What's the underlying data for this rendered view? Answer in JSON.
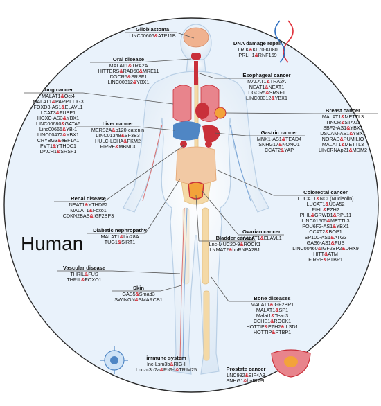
{
  "main_label": "Human",
  "colors": {
    "circle_fill": "#e9f2fb",
    "circle_stroke": "#2a2a2a",
    "body_fill": "#ffffff",
    "body_stroke": "#b9cfe5",
    "skeleton": "#f4d9a6",
    "organ_red": "#c9303a",
    "organ_blue": "#4f86c4",
    "amp_red": "#d0202a",
    "vessel_red": "#d97070",
    "vessel_blue": "#7aa6d8",
    "dna_red": "#e0303a",
    "dna_blue": "#2f6fc0"
  },
  "boxes": {
    "glioblastoma": {
      "title": "Glioblastoma",
      "lines": [
        "LINC00606&ATP11B"
      ]
    },
    "dna_damage": {
      "title": "DNA damage repair",
      "lines": [
        "LRIK&Ku70-Ku80",
        "PRLH1&RNF169"
      ]
    },
    "oral": {
      "title": "Oral disease",
      "lines": [
        "MALAT1&TRA2A",
        "HITTERS&RAD50&MRE11",
        "DGCR5&SRSF1",
        "LINC00312&YBX1"
      ]
    },
    "esophageal": {
      "title": "Esophageal cancer",
      "lines": [
        "MALAT1&TRA2A",
        "NEAT1&NEAT1",
        "DGCR5&SRSF1",
        "LINC00312&YBX1"
      ]
    },
    "lung": {
      "title": "lung cancer",
      "lines": [
        "MALAT1&Oct4",
        "MALAT1&PARP1 LIG3",
        "FOXD3-AS1&ELAVL1",
        "LCAT3&FUBP1",
        "HOXC-AS3&YBX1",
        "LINC00680&GATA6",
        "Linc00665&YB-1",
        "LINC00472&YBX1",
        "CRYBG3&eEF1A1",
        "PVT1&YTHDC1",
        "DACH1&SRSF1"
      ]
    },
    "breast": {
      "title": "Breast cancer",
      "lines": [
        "MALAT1&METTL3",
        "TINCR&STAU1",
        "SBF2-AS1&YBX1",
        "DSCAM-AS1&YBX1",
        "NORAD&PUMILIO",
        "MALAT1&METTL3",
        "LINCRNAp21&MDM2"
      ]
    },
    "liver": {
      "title": "Liver cancer",
      "lines": [
        "MERS2A&p120-catenin",
        "LINC01348&SF3B3",
        "HULC-LDHA&PKM2",
        "FIRRE&MBNL3"
      ]
    },
    "gastric": {
      "title": "Gastric cancer",
      "lines": [
        "MNX1-AS1&TEAD4",
        "SNHG17&NONO1",
        "CCAT2&YAP"
      ]
    },
    "renal": {
      "title": "Renal disease",
      "lines": [
        "NEAT1&YTHDF2",
        "MALAT1&Foxo1",
        "CDKN2BAS&IGF2BP3"
      ]
    },
    "colorectal": {
      "title": "Colorectal cancer",
      "lines": [
        "LUCAT1&NCL(Nucleolin)",
        "LUCAT1&UBA52",
        "PIHL&EZH2",
        "PIHL&GRWD1&RPL11",
        "LINC01605&METTL3",
        "POU6F2-AS1&YBX1",
        "CCAT2&BOP1",
        "SP100-AS1&ATG3",
        "GAS6-AS1&FUS",
        "LINC00460&IGF2BP2&DHX9",
        "HITT&ATM",
        "FIRRE&PTBP1"
      ]
    },
    "ovarian": {
      "title": "Ovarian cancer",
      "lines": [
        "MALAT1&ELAVL1"
      ]
    },
    "diabetic": {
      "title": "Diabetic nephropathy",
      "lines": [
        "MALAT1&Lin28A",
        "TUG1&SIRT1"
      ]
    },
    "bladder": {
      "title": "Bladder cancer",
      "lines": [
        "Lnc-MUC20-9&ROCK1",
        "LNMAT2&hnRNPA2B1"
      ]
    },
    "vascular": {
      "title": "Vascular disease",
      "lines": [
        "THRIL&FUS",
        "THRIL&FOXO1"
      ]
    },
    "skin": {
      "title": "Skin",
      "lines": [
        "GAS5&Smad3",
        "SWINGN&SMARCB1"
      ]
    },
    "bone": {
      "title": "Bone diseases",
      "lines": [
        "MALAT1&IGF2BP1",
        "MALAT1&SP1",
        "Malat1&Tead3",
        "CCHE1&ROCK1",
        "HOTTIP&EZH2& LSD1",
        "HOTTIP&PTBP1"
      ]
    },
    "immune": {
      "title": "immune system",
      "lines": [
        "lnc-Lsm3b&RIG-I",
        "Lnczc3h7a&RIG-I&TRIM25"
      ]
    },
    "prostate": {
      "title": "Prostate cancer",
      "lines": [
        "LNC992&EIF4A3",
        "SNHG1&hnRNPL"
      ]
    }
  }
}
